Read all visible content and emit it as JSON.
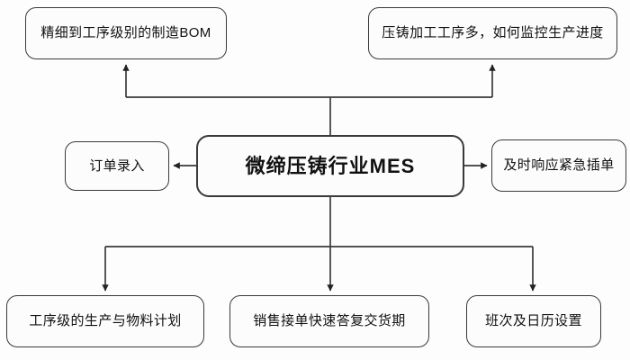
{
  "diagram": {
    "type": "mind-map",
    "title": "微缔压铸行业MES",
    "stroke_color": "#3a3a3a",
    "background_color": "#fdfdfd",
    "text_color": "#111111",
    "center": {
      "label": "微缔压铸行业MES"
    },
    "nodes": {
      "top_left": {
        "label": "精细到工序级别的制造BOM"
      },
      "top_right": {
        "label": "压铸加工工序多，如何监控生产进度"
      },
      "left": {
        "label": "订单录入"
      },
      "right": {
        "label": "及时响应紧急插单"
      },
      "bottom_left": {
        "label": "工序级的生产与物料计划"
      },
      "bottom_center": {
        "label": "销售接单快速答复交货期"
      },
      "bottom_right": {
        "label": "班次及日历设置"
      }
    },
    "connectors": [
      {
        "name": "center-to-top-left",
        "direction": "up",
        "arrow": true
      },
      {
        "name": "center-to-top-right",
        "direction": "up",
        "arrow": true
      },
      {
        "name": "center-to-left",
        "direction": "left",
        "arrow": true
      },
      {
        "name": "center-to-right",
        "direction": "right",
        "arrow": true
      },
      {
        "name": "center-to-bottom-left",
        "direction": "down",
        "arrow": true
      },
      {
        "name": "center-to-bottom-center",
        "direction": "down",
        "arrow": true
      },
      {
        "name": "center-to-bottom-right",
        "direction": "down",
        "arrow": true
      }
    ]
  }
}
